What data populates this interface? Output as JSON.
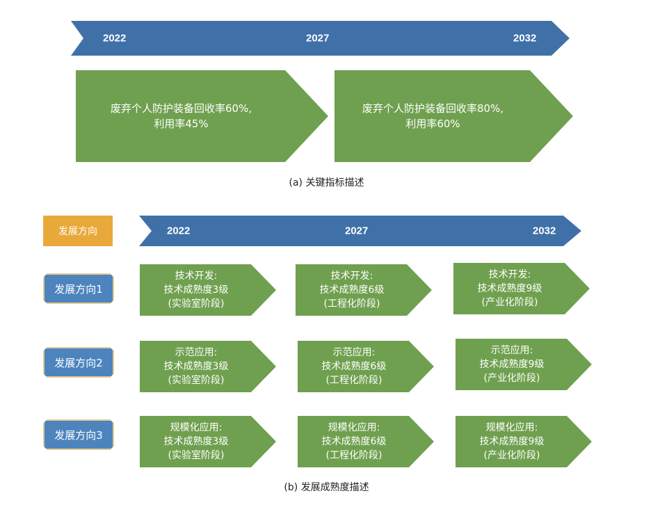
{
  "part_a": {
    "timeline": [
      "2022",
      "2027",
      "2032"
    ],
    "targets": [
      {
        "line1": "废弃个人防护装备回收率60%,",
        "line2": "利用率45%"
      },
      {
        "line1": "废弃个人防护装备回收率80%,",
        "line2": "利用率60%"
      }
    ],
    "caption": "(a) 关键指标描述"
  },
  "part_b": {
    "header_label": "发展方向",
    "timeline": [
      "2022",
      "2027",
      "2032"
    ],
    "rows": [
      {
        "label": "发展方向1",
        "cells": [
          {
            "l1": "技术开发:",
            "l2": "技术成熟度3级",
            "l3": "(实验室阶段)"
          },
          {
            "l1": "技术开发:",
            "l2": "技术成熟度6级",
            "l3": "(工程化阶段)"
          },
          {
            "l1": "技术开发:",
            "l2": "技术成熟度9级",
            "l3": "(产业化阶段)"
          }
        ]
      },
      {
        "label": "发展方向2",
        "cells": [
          {
            "l1": "示范应用:",
            "l2": "技术成熟度3级",
            "l3": "(实验室阶段)"
          },
          {
            "l1": "示范应用:",
            "l2": "技术成熟度6级",
            "l3": "(工程化阶段)"
          },
          {
            "l1": "示范应用:",
            "l2": "技术成熟度9级",
            "l3": "(产业化阶段)"
          }
        ]
      },
      {
        "label": "发展方向3",
        "cells": [
          {
            "l1": "规模化应用:",
            "l2": "技术成熟度3级",
            "l3": "(实验室阶段)"
          },
          {
            "l1": "规模化应用:",
            "l2": "技术成熟度6级",
            "l3": "(工程化阶段)"
          },
          {
            "l1": "规模化应用:",
            "l2": "技术成熟度9级",
            "l3": "(产业化阶段)"
          }
        ]
      }
    ],
    "caption": "(b) 发展成熟度描述"
  },
  "colors": {
    "blue": "#3f71a8",
    "green": "#6fa04f",
    "orange": "#e8a93a",
    "label_blue": "#4d84be"
  }
}
